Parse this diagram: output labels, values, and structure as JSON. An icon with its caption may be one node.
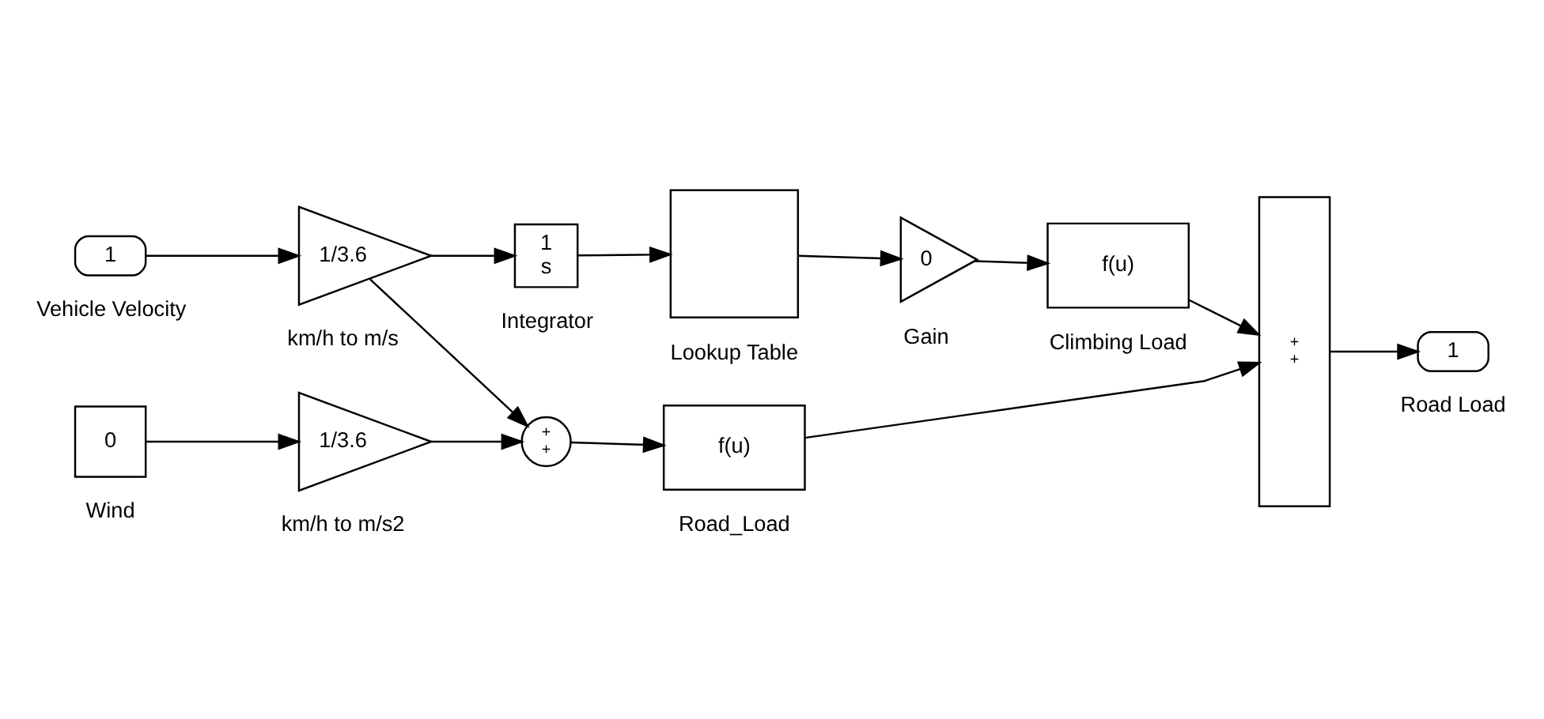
{
  "diagram": {
    "nodes": [
      {
        "text": [
          "1"
        ],
        "beside": [
          "Vehicle Velocity"
        ]
      },
      {
        "text": [
          "1/3.6"
        ],
        "beside": [
          "km/h to m/s"
        ]
      },
      {
        "text": [
          "1",
          "s"
        ],
        "beside": [
          "Integrator"
        ]
      },
      {
        "text": [],
        "shape": "box",
        "beside": [
          "Lookup Table"
        ]
      },
      {
        "text": [
          "0"
        ],
        "beside": [
          "Gain"
        ]
      },
      {
        "text": [
          "f(u)"
        ],
        "beside": [
          "Climbing Load"
        ]
      },
      {
        "text": [
          "+",
          "+"
        ]
      },
      {
        "text": [
          "f(u)"
        ],
        "beside": [
          "Road_Load"
        ]
      },
      {
        "text": [
          "+",
          "+"
        ]
      },
      {
        "text": [
          "1"
        ],
        "beside": [
          "Road Load"
        ]
      },
      {
        "text": [
          "0"
        ],
        "beside": [
          "Wind"
        ]
      },
      {
        "text": [
          "1/3.6"
        ],
        "beside": [
          "km/h to m/s2"
        ]
      }
    ],
    "edges": [
      {
        "from": 0,
        "to": 1,
        "arrow": "to"
      },
      {
        "from": 1,
        "to": 2,
        "arrow": "to"
      },
      {
        "from": 1,
        "to": 6,
        "arrow": "to"
      },
      {
        "from": 2,
        "to": 3,
        "arrow": "to"
      },
      {
        "from": 3,
        "to": 4,
        "arrow": "to"
      },
      {
        "from": 4,
        "to": 5,
        "arrow": "to"
      },
      {
        "from": 5,
        "to": 8,
        "arrow": "to"
      },
      {
        "from": 6,
        "to": 7,
        "arrow": "to"
      },
      {
        "from": 7,
        "to": 8,
        "arrow": "to"
      },
      {
        "from": 8,
        "to": 9,
        "arrow": "to"
      },
      {
        "from": 10,
        "to": 11,
        "arrow": "to"
      },
      {
        "from": 11,
        "to": 6,
        "arrow": "to"
      }
    ]
  }
}
